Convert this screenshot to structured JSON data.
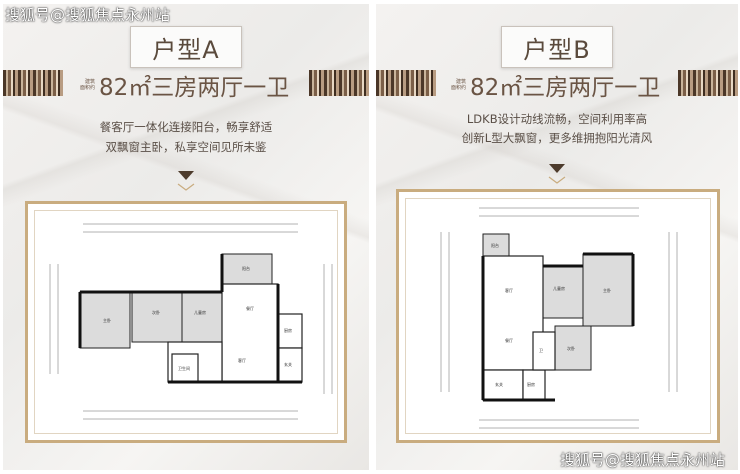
{
  "watermark": {
    "top_left": "搜狐号@搜狐焦点永州站",
    "bottom_right": "搜狐号@搜狐焦点永州站"
  },
  "panelA": {
    "title": "户型A",
    "area_label_line1": "建筑",
    "area_label_line2": "面积约",
    "area_text": "82㎡三房两厅一卫",
    "desc1": "餐客厅一体化连接阳台，畅享舒适",
    "desc2": "双飘窗主卧，私享空间见所未鉴",
    "rooms": [
      "阳台",
      "主卧",
      "次卧",
      "儿童房",
      "餐厅",
      "客厅",
      "厨房",
      "卫生间",
      "玄关"
    ]
  },
  "panelB": {
    "title": "户型B",
    "area_label_line1": "建筑",
    "area_label_line2": "面积约",
    "area_text": "82㎡三房两厅一卫",
    "desc1": "LDKB设计动线流畅，空间利用率高",
    "desc2": "创新L型大飘窗，更多维拥抱阳光清风",
    "rooms": [
      "阳台",
      "客厅",
      "儿童房",
      "主卧",
      "餐厅",
      "次卧",
      "玄关",
      "厨房",
      "卫"
    ]
  }
}
